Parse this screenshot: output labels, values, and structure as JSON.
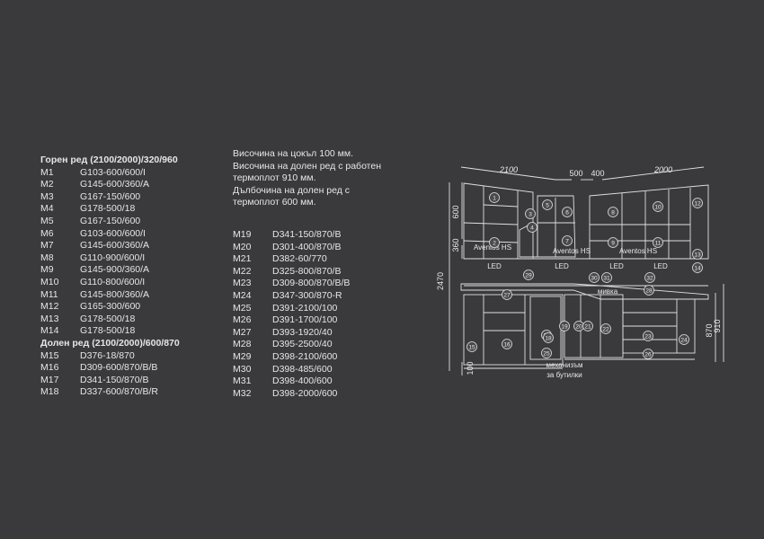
{
  "upper": {
    "heading": "Горен ред (2100/2000)/320/960",
    "items": [
      {
        "code": "M1",
        "val": "G103-600/600/I"
      },
      {
        "code": "M2",
        "val": "G145-600/360/A"
      },
      {
        "code": "M3",
        "val": "G167-150/600"
      },
      {
        "code": "M4",
        "val": "G178-500/18"
      },
      {
        "code": "M5",
        "val": "G167-150/600"
      },
      {
        "code": "M6",
        "val": "G103-600/600/I"
      },
      {
        "code": "M7",
        "val": "G145-600/360/A"
      },
      {
        "code": "M8",
        "val": "G110-900/600/I"
      },
      {
        "code": "M9",
        "val": "G145-900/360/A"
      },
      {
        "code": "M10",
        "val": "G110-800/600/I"
      },
      {
        "code": "M11",
        "val": "G145-800/360/A"
      },
      {
        "code": "M12",
        "val": "G165-300/600"
      },
      {
        "code": "M13",
        "val": "G178-500/18"
      },
      {
        "code": "M14",
        "val": "G178-500/18"
      }
    ]
  },
  "lower": {
    "heading": "Долен ред (2100/2000)/600/870",
    "items": [
      {
        "code": "M15",
        "val": "D376-18/870"
      },
      {
        "code": "M16",
        "val": "D309-600/870/B/B"
      },
      {
        "code": "M17",
        "val": "D341-150/870/B"
      },
      {
        "code": "M18",
        "val": "D337-600/870/B/R"
      }
    ]
  },
  "notes": [
    "Височина на цокъл 100 мм.",
    "Височина на долен ред с работен",
    "термоплот 910 мм.",
    "Дълбочина на долен ред с",
    "термоплот 600 мм."
  ],
  "lower2": {
    "items": [
      {
        "code": "M19",
        "val": "D341-150/870/B"
      },
      {
        "code": "M20",
        "val": "D301-400/870/B"
      },
      {
        "code": "M21",
        "val": "D382-60/770"
      },
      {
        "code": "M22",
        "val": "D325-800/870/B"
      },
      {
        "code": "M23",
        "val": "D309-800/870/B/B"
      },
      {
        "code": "M24",
        "val": "D347-300/870-R"
      },
      {
        "code": "M25",
        "val": "D391-2100/100"
      },
      {
        "code": "M26",
        "val": "D391-1700/100"
      },
      {
        "code": "M27",
        "val": "D393-1920/40"
      },
      {
        "code": "M28",
        "val": "D395-2500/40"
      },
      {
        "code": "M29",
        "val": "D398-2100/600"
      },
      {
        "code": "M30",
        "val": "D398-485/600"
      },
      {
        "code": "M31",
        "val": "D398-400/600"
      },
      {
        "code": "M32",
        "val": "D398-2000/600"
      }
    ]
  },
  "diagram": {
    "dims": {
      "top_left": "2100",
      "top_mid1": "500",
      "top_mid2": "400",
      "top_right": "2000",
      "h_total": "2470",
      "h_upper": "600",
      "h_mid": "360",
      "h_plinth": "100",
      "h_lower": "870",
      "h_worktop": "910"
    },
    "labels": {
      "aventos1": "Aventos HS",
      "aventos2": "Aventos HS",
      "aventos3": "Aventos HS",
      "led1": "LED",
      "led2": "LED",
      "led3": "LED",
      "led4": "LED",
      "sink": "мивка",
      "mechanism1": "механизъм",
      "mechanism2": "за бутилки"
    },
    "markers": [
      {
        "num": "1"
      },
      {
        "num": "2"
      },
      {
        "num": "3"
      },
      {
        "num": "4"
      },
      {
        "num": "5"
      },
      {
        "num": "6"
      },
      {
        "num": "7"
      },
      {
        "num": "8"
      },
      {
        "num": "9"
      },
      {
        "num": "10"
      },
      {
        "num": "11"
      },
      {
        "num": "12"
      },
      {
        "num": "13"
      },
      {
        "num": "14"
      },
      {
        "num": "15"
      },
      {
        "num": "16"
      },
      {
        "num": "17"
      },
      {
        "num": "18"
      },
      {
        "num": "19"
      },
      {
        "num": "20"
      },
      {
        "num": "21"
      },
      {
        "num": "22"
      },
      {
        "num": "23"
      },
      {
        "num": "24"
      },
      {
        "num": "25"
      },
      {
        "num": "26"
      },
      {
        "num": "27"
      },
      {
        "num": "28"
      },
      {
        "num": "29"
      },
      {
        "num": "30"
      },
      {
        "num": "31"
      },
      {
        "num": "32"
      }
    ]
  }
}
